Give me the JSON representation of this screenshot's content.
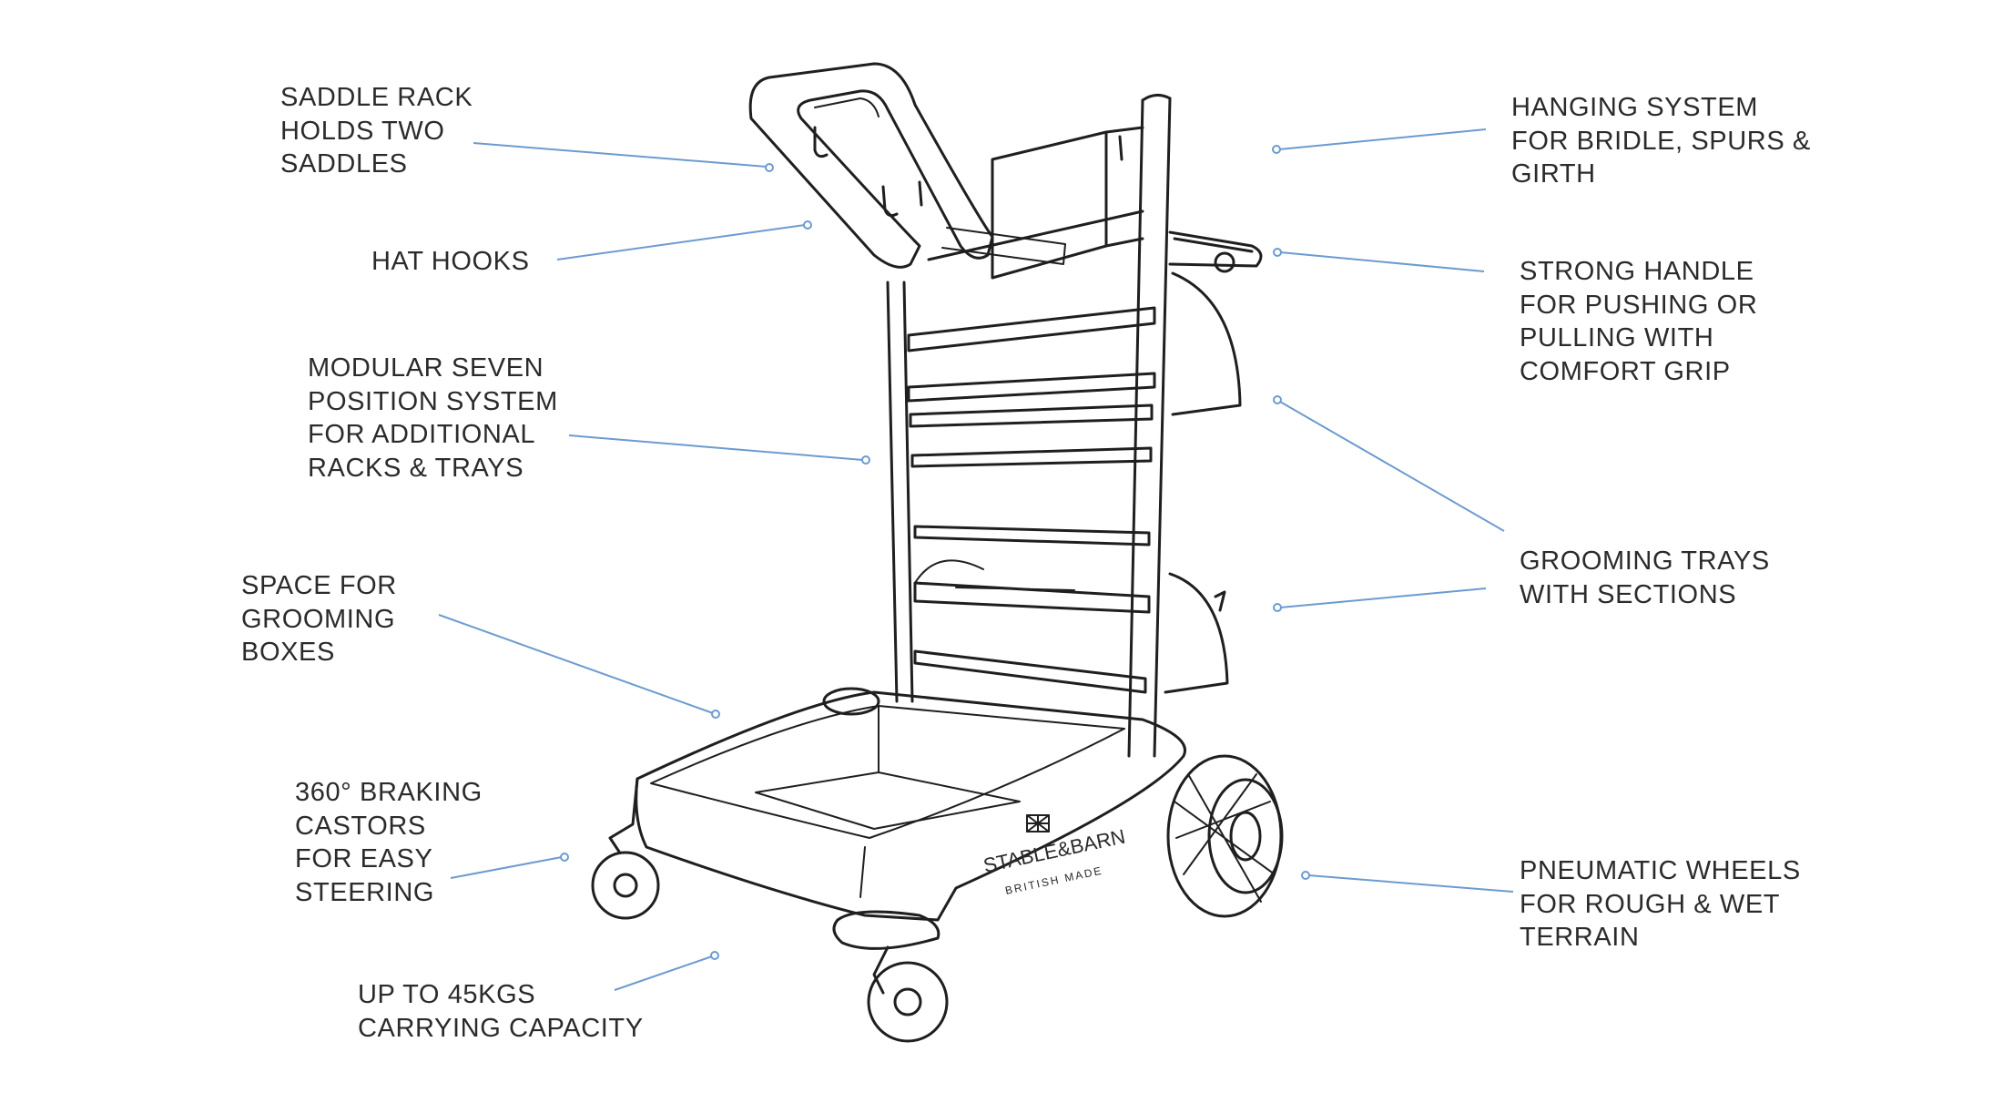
{
  "brand": {
    "name": "STABLE&BARN",
    "tagline": "BRITISH MADE"
  },
  "callouts": [
    {
      "id": "saddle-rack",
      "lines": [
        "SADDLE RACK",
        "HOLDS TWO",
        "SADDLES"
      ]
    },
    {
      "id": "hat-hooks",
      "lines": [
        "HAT HOOKS"
      ]
    },
    {
      "id": "modular-system",
      "lines": [
        "MODULAR SEVEN",
        "POSITION SYSTEM",
        "FOR ADDITIONAL",
        "RACKS & TRAYS"
      ]
    },
    {
      "id": "grooming-boxes",
      "lines": [
        "SPACE FOR",
        "GROOMING",
        "BOXES"
      ]
    },
    {
      "id": "braking-castors",
      "lines": [
        "360° BRAKING",
        "CASTORS",
        "FOR EASY",
        "STEERING"
      ]
    },
    {
      "id": "capacity",
      "lines": [
        "UP TO 45KGS",
        "CARRYING CAPACITY"
      ]
    },
    {
      "id": "hanging-system",
      "lines": [
        "HANGING SYSTEM",
        "FOR BRIDLE, SPURS &",
        "GIRTH"
      ]
    },
    {
      "id": "strong-handle",
      "lines": [
        "STRONG HANDLE",
        "FOR PUSHING OR",
        "PULLING WITH",
        "COMFORT GRIP"
      ]
    },
    {
      "id": "grooming-trays",
      "lines": [
        "GROOMING TRAYS",
        "WITH SECTIONS"
      ]
    },
    {
      "id": "pneumatic-wheels",
      "lines": [
        "PNEUMATIC WHEELS",
        "FOR ROUGH & WET",
        "TERRAIN"
      ]
    }
  ],
  "colors": {
    "leader": "#6c9bd0",
    "drawing": "#1f1f1f",
    "text": "#2b2b2b"
  }
}
